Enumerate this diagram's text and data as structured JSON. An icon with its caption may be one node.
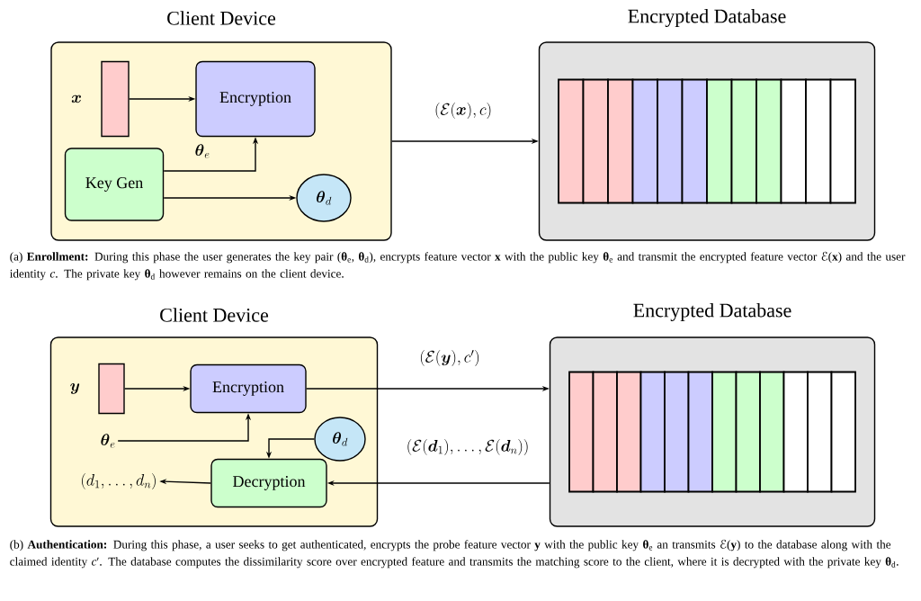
{
  "diagram": {
    "nodes": [
      {
        "text": [
          "Client Device"
        ]
      },
      {
        "text": [],
        "shape": "bar",
        "beside": [
          "\\boldsymbol{x}"
        ],
        "in": 0
      },
      {
        "text": [
          "Encryption"
        ],
        "in": 0
      },
      {
        "text": [
          "Key Gen"
        ],
        "in": 0
      },
      {
        "text": [
          "\\boldsymbol{\\theta}_d"
        ],
        "in": 0
      },
      {
        "text": [
          "Encrypted Database"
        ]
      },
      {
        "text": [
          "Client Device"
        ]
      },
      {
        "text": [],
        "shape": "bar",
        "beside": [
          "\\boldsymbol{y}"
        ],
        "in": 6
      },
      {
        "text": [
          "Encryption"
        ],
        "in": 6
      },
      {
        "text": [
          "\\boldsymbol{\\theta}_e"
        ],
        "in": 6
      },
      {
        "text": [
          "\\boldsymbol{\\theta}_d"
        ],
        "in": 6
      },
      {
        "text": [
          "Decryption"
        ],
        "in": 6
      },
      {
        "text": [
          "(d_1, \\ldots, d_n)"
        ],
        "in": 6
      },
      {
        "text": [
          "Encrypted Database"
        ]
      }
    ],
    "edges": [
      {
        "from": 1,
        "to": 2,
        "arrow": "to"
      },
      {
        "from": 3,
        "to": 2,
        "arrow": "to",
        "label": "\\boldsymbol{\\theta}_e"
      },
      {
        "from": 3,
        "to": 4,
        "arrow": "to"
      },
      {
        "from": 0,
        "to": 5,
        "arrow": "to",
        "label": "(\\mathcal{E}(\\boldsymbol{x}), c)"
      },
      {
        "from": 7,
        "to": 8,
        "arrow": "to"
      },
      {
        "from": 9,
        "to": 8,
        "arrow": "to"
      },
      {
        "from": 10,
        "to": 11,
        "arrow": "to"
      },
      {
        "from": 11,
        "to": 12,
        "arrow": "to"
      },
      {
        "from": 8,
        "to": 13,
        "arrow": "to",
        "label": "(\\mathcal{E}(\\boldsymbol{y}), c')"
      },
      {
        "from": 13,
        "to": 11,
        "arrow": "to",
        "label": "(\\mathcal{E}(\\boldsymbol{d}_1), \\ldots, \\mathcal{E}(\\boldsymbol{d}_n))"
      }
    ],
    "labels": [
      "(a) **Enrollment:** During this phase the user generates the key pair (**θ**$_{e}$, **θ**$_{d}$), encrypts feature vector **x** with the public key **θ**$_{e}$ and transmit the encrypted feature vector ℰ(**x**) and the user identity *c*. The private key **θ**$_{d}$ however remains on the client device.",
      "(b) **Authentication:** During this phase, a user seeks to get authenticated, encrypts the probe feature vector **y** with the public key **θ**$_{e}$ an transmits ℰ(**y**) to the database along with the claimed identity *c*′. The database computes the dissimilarity score over encrypted feature and transmits the matching score to the client, where it is decrypted with the private key **θ**$_{d}$."
    ]
  }
}
